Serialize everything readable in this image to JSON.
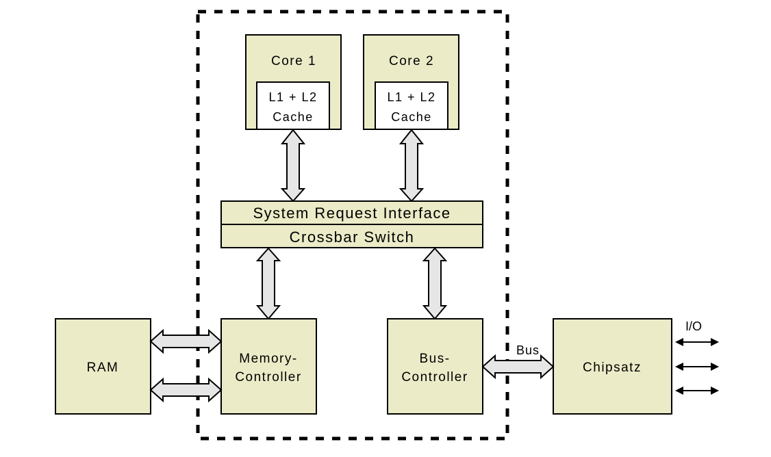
{
  "colors": {
    "box_fill": "#ebebc8",
    "cache_fill": "#ffffff",
    "arrow_fill": "#e6e6e6",
    "stroke": "#000000"
  },
  "cpu": {
    "core1": {
      "label": "Core 1",
      "cache_line1": "L1 + L2",
      "cache_line2": "Cache"
    },
    "core2": {
      "label": "Core 2",
      "cache_line1": "L1 + L2",
      "cache_line2": "Cache"
    },
    "sri_label": "System Request Interface",
    "crossbar_label": "Crossbar Switch",
    "memory_controller_line1": "Memory-",
    "memory_controller_line2": "Controller",
    "bus_controller_line1": "Bus-",
    "bus_controller_line2": "Controller"
  },
  "external": {
    "ram_label": "RAM",
    "chipset_label": "Chipsatz",
    "bus_label": "Bus",
    "io_label": "I/O"
  }
}
